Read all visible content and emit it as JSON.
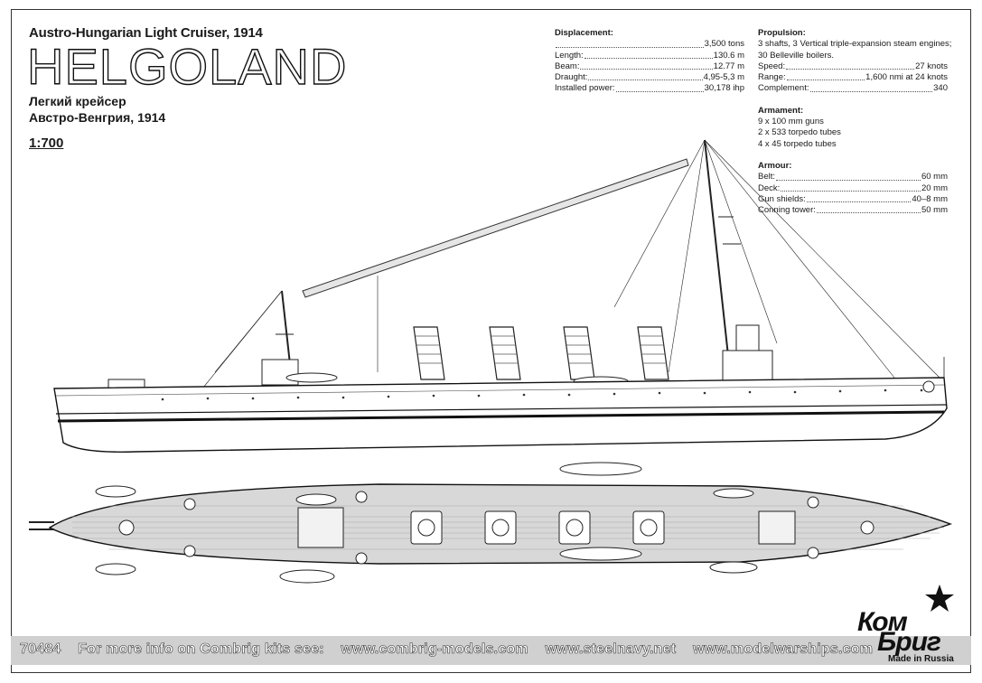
{
  "title": {
    "subtitle": "Austro-Hungarian Light Cruiser, 1914",
    "name": "HELGOLAND",
    "ru_line1": "Легкий крейсер",
    "ru_line2": "Австро-Венгрия, 1914",
    "scale": "1:700"
  },
  "specs_left": {
    "displacement_heading": "Displacement:",
    "displacement_value": "3,500 tons",
    "rows": [
      {
        "k": "Length:",
        "v": "130.6 m"
      },
      {
        "k": "Beam:",
        "v": "12.77 m"
      },
      {
        "k": "Draught:",
        "v": "4,95-5,3 m"
      },
      {
        "k": "Installed power:",
        "v": "30,178 ihp"
      }
    ]
  },
  "specs_right": {
    "propulsion_heading": "Propulsion:",
    "propulsion_line1": "3 shafts, 3 Vertical triple-expansion steam engines;",
    "propulsion_line2": "30 Belleville boilers.",
    "rows": [
      {
        "k": "Speed:",
        "v": "27 knots"
      },
      {
        "k": "Range:",
        "v": "1,600 nmi at 24 knots"
      },
      {
        "k": "Complement:",
        "v": "340"
      }
    ],
    "armament_heading": "Armament:",
    "armament": [
      "9 x 100 mm guns",
      "2 x 533 torpedo tubes",
      "4 x 45 torpedo tubes"
    ],
    "armour_heading": "Armour:",
    "armour": [
      {
        "k": "Belt:",
        "v": "60 mm"
      },
      {
        "k": "Deck:",
        "v": "20 mm"
      },
      {
        "k": "Gun shields:",
        "v": "40–8 mm"
      },
      {
        "k": "Conning tower:",
        "v": "50 mm"
      }
    ]
  },
  "footer": {
    "code": "70484",
    "info": "For more info on Combrig kits see:",
    "links": [
      "www.combrig-models.com",
      "www.steelnavy.net",
      "www.modelwarships.com"
    ]
  },
  "logo": {
    "top": "Ком",
    "bottom": "Бриг",
    "tag": "Made in Russia"
  },
  "colors": {
    "ink": "#1a1a1a",
    "deck": "#d8d8d8",
    "footer_bg": "#d0d0d0"
  }
}
